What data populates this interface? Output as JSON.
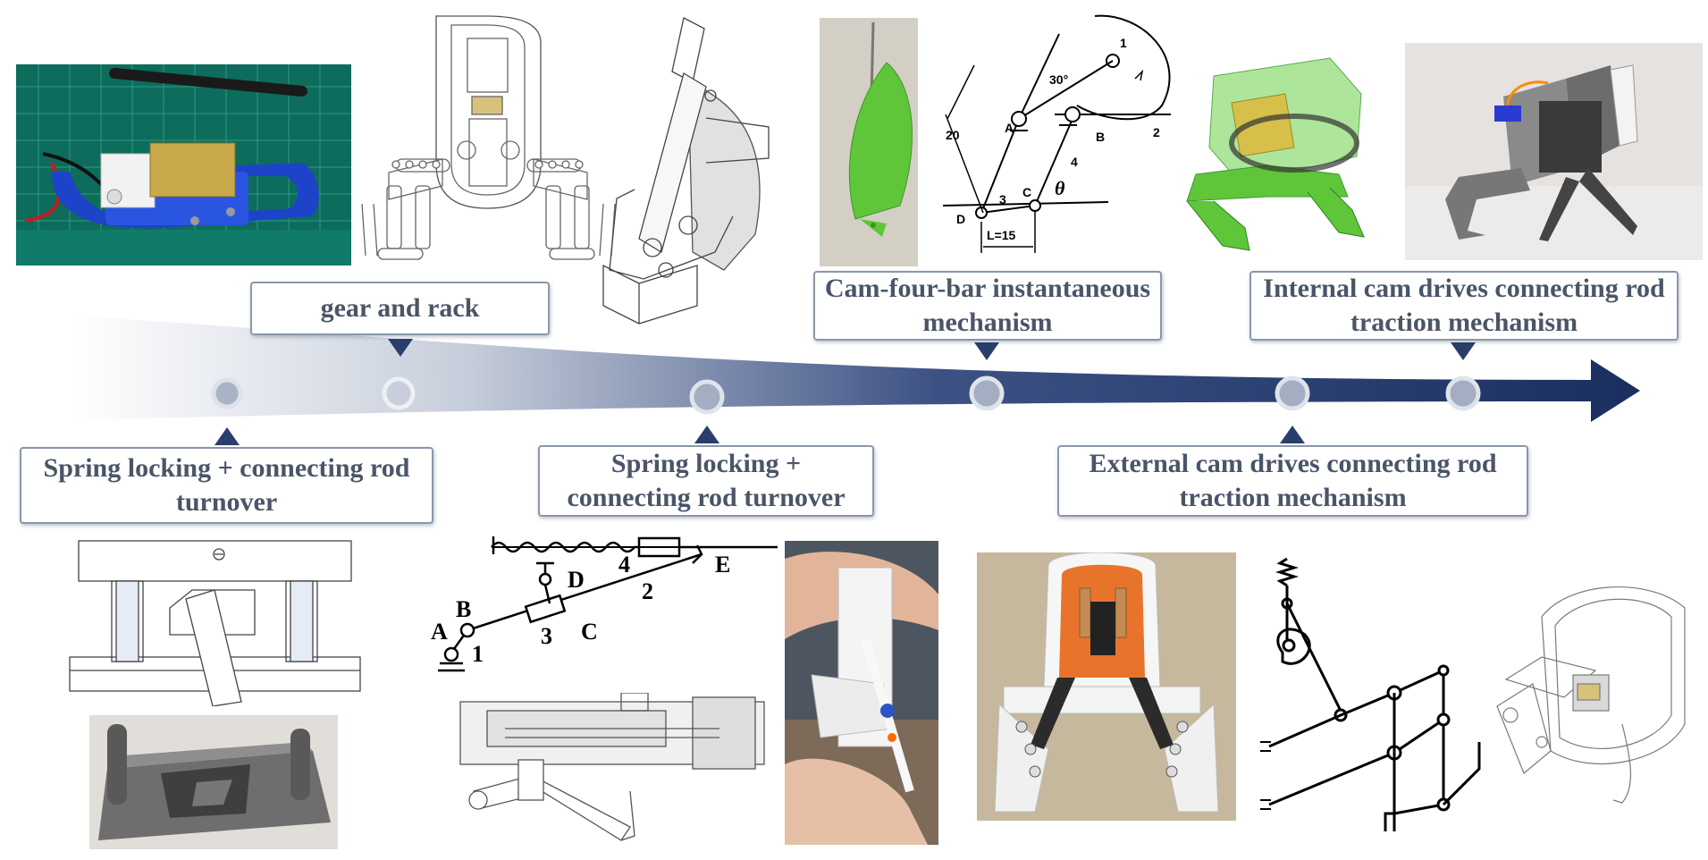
{
  "timeline": {
    "stages_top": [
      {
        "label": "gear and rack"
      },
      {
        "label": "Cam-four-bar instantaneous mechanism"
      },
      {
        "label": "Internal cam drives connecting rod traction mechanism"
      }
    ],
    "stages_bottom": [
      {
        "label": "Spring locking + connecting rod turnover"
      },
      {
        "label": "Spring locking + connecting rod turnover"
      },
      {
        "label": "External cam drives connecting rod traction mechanism"
      }
    ]
  },
  "cam_four_bar_diagram": {
    "labels": {
      "link1": "1",
      "link2": "2",
      "link3": "3",
      "link4": "4",
      "point_a": "A",
      "point_b": "B",
      "point_c": "C",
      "point_d": "D",
      "angle": "30°",
      "theta": "θ",
      "length20": "20",
      "length_l": "L=15"
    }
  },
  "spring_locking_diagram": {
    "labels": {
      "a": "A",
      "b": "B",
      "c": "C",
      "d": "D",
      "e": "E",
      "n1": "1",
      "n2": "2",
      "n3": "3",
      "n4": "4"
    }
  },
  "colors": {
    "arrow_dark": "#1e3566",
    "label_border": "#8a97aa",
    "label_text": "#4a5568",
    "green_part": "#5fc63a",
    "blue_part": "#1d43c8"
  }
}
